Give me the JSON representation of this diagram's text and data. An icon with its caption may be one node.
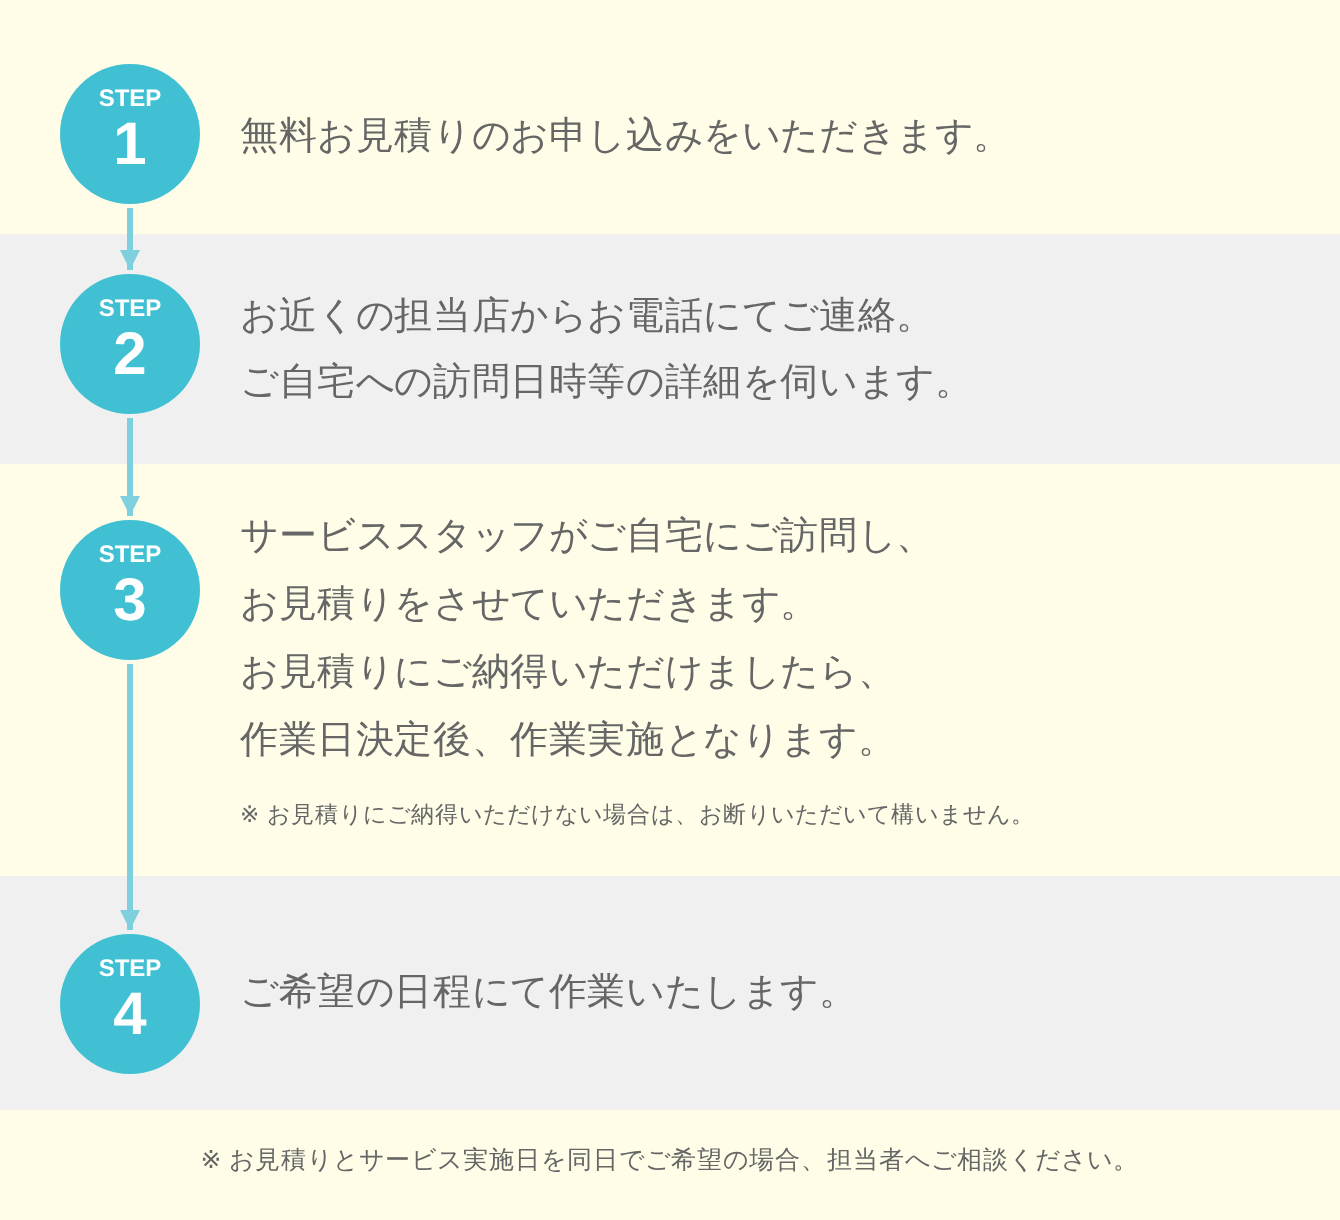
{
  "diagram": {
    "nodes": [
      {
        "text": [
          "無料お見積りのお申し込みをいただきます。"
        ]
      },
      {
        "text": [
          "STEP",
          "1"
        ],
        "in": 0
      },
      {
        "text": [
          "お近くの担当店からお電話にてご連絡。",
          "ご自宅への訪問日時等の詳細を伺います。"
        ]
      },
      {
        "text": [
          "STEP",
          "2"
        ],
        "in": 2
      },
      {
        "text": [
          "サービススタッフがご自宅にご訪問し、",
          "お見積りをさせていただきます。",
          "お見積りにご納得いただけましたら、",
          "作業日決定後、作業実施となります。",
          "※ お見積りにご納得いただけない場合は、お断りいただいて構いません。"
        ]
      },
      {
        "text": [
          "STEP",
          "3"
        ],
        "in": 4
      },
      {
        "text": [
          "ご希望の日程にて作業いたします。"
        ]
      },
      {
        "text": [
          "STEP",
          "4"
        ],
        "in": 6
      }
    ],
    "edges": [
      {
        "from": 1,
        "to": 3,
        "arrow": "to"
      },
      {
        "from": 3,
        "to": 5,
        "arrow": "to"
      },
      {
        "from": 5,
        "to": 7,
        "arrow": "to"
      }
    ],
    "labels": [
      "※ お見積りとサービス実施日を同日でご希望の場合、担当者へご相談ください。"
    ]
  }
}
